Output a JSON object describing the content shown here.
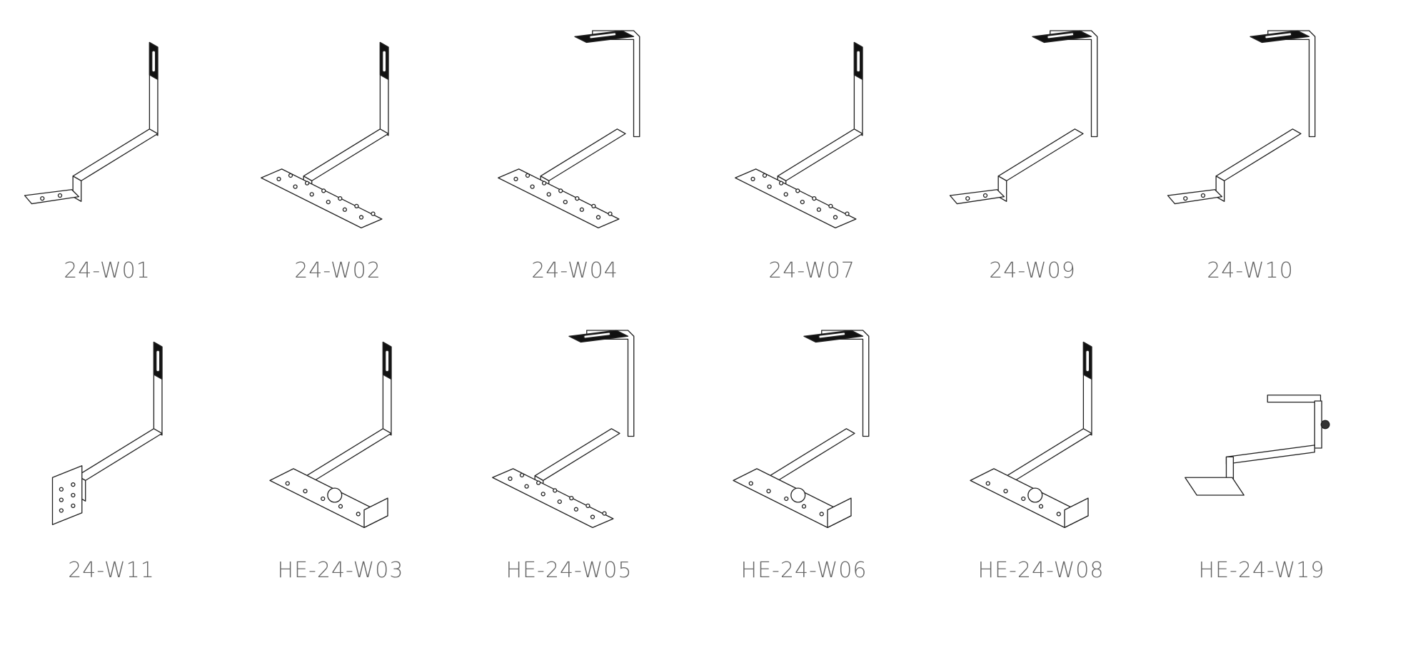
{
  "products": [
    {
      "code": "24-W01"
    },
    {
      "code": "24-W02"
    },
    {
      "code": "24-W04"
    },
    {
      "code": "24-W07"
    },
    {
      "code": "24-W09"
    },
    {
      "code": "24-W10"
    },
    {
      "code": "24-W11"
    },
    {
      "code": "HE-24-W03"
    },
    {
      "code": "HE-24-W05"
    },
    {
      "code": "HE-24-W06"
    },
    {
      "code": "HE-24-W08"
    },
    {
      "code": "HE-24-W19"
    }
  ],
  "colors": {
    "line": "#222222",
    "label": "#666666",
    "tab": "#111111"
  }
}
